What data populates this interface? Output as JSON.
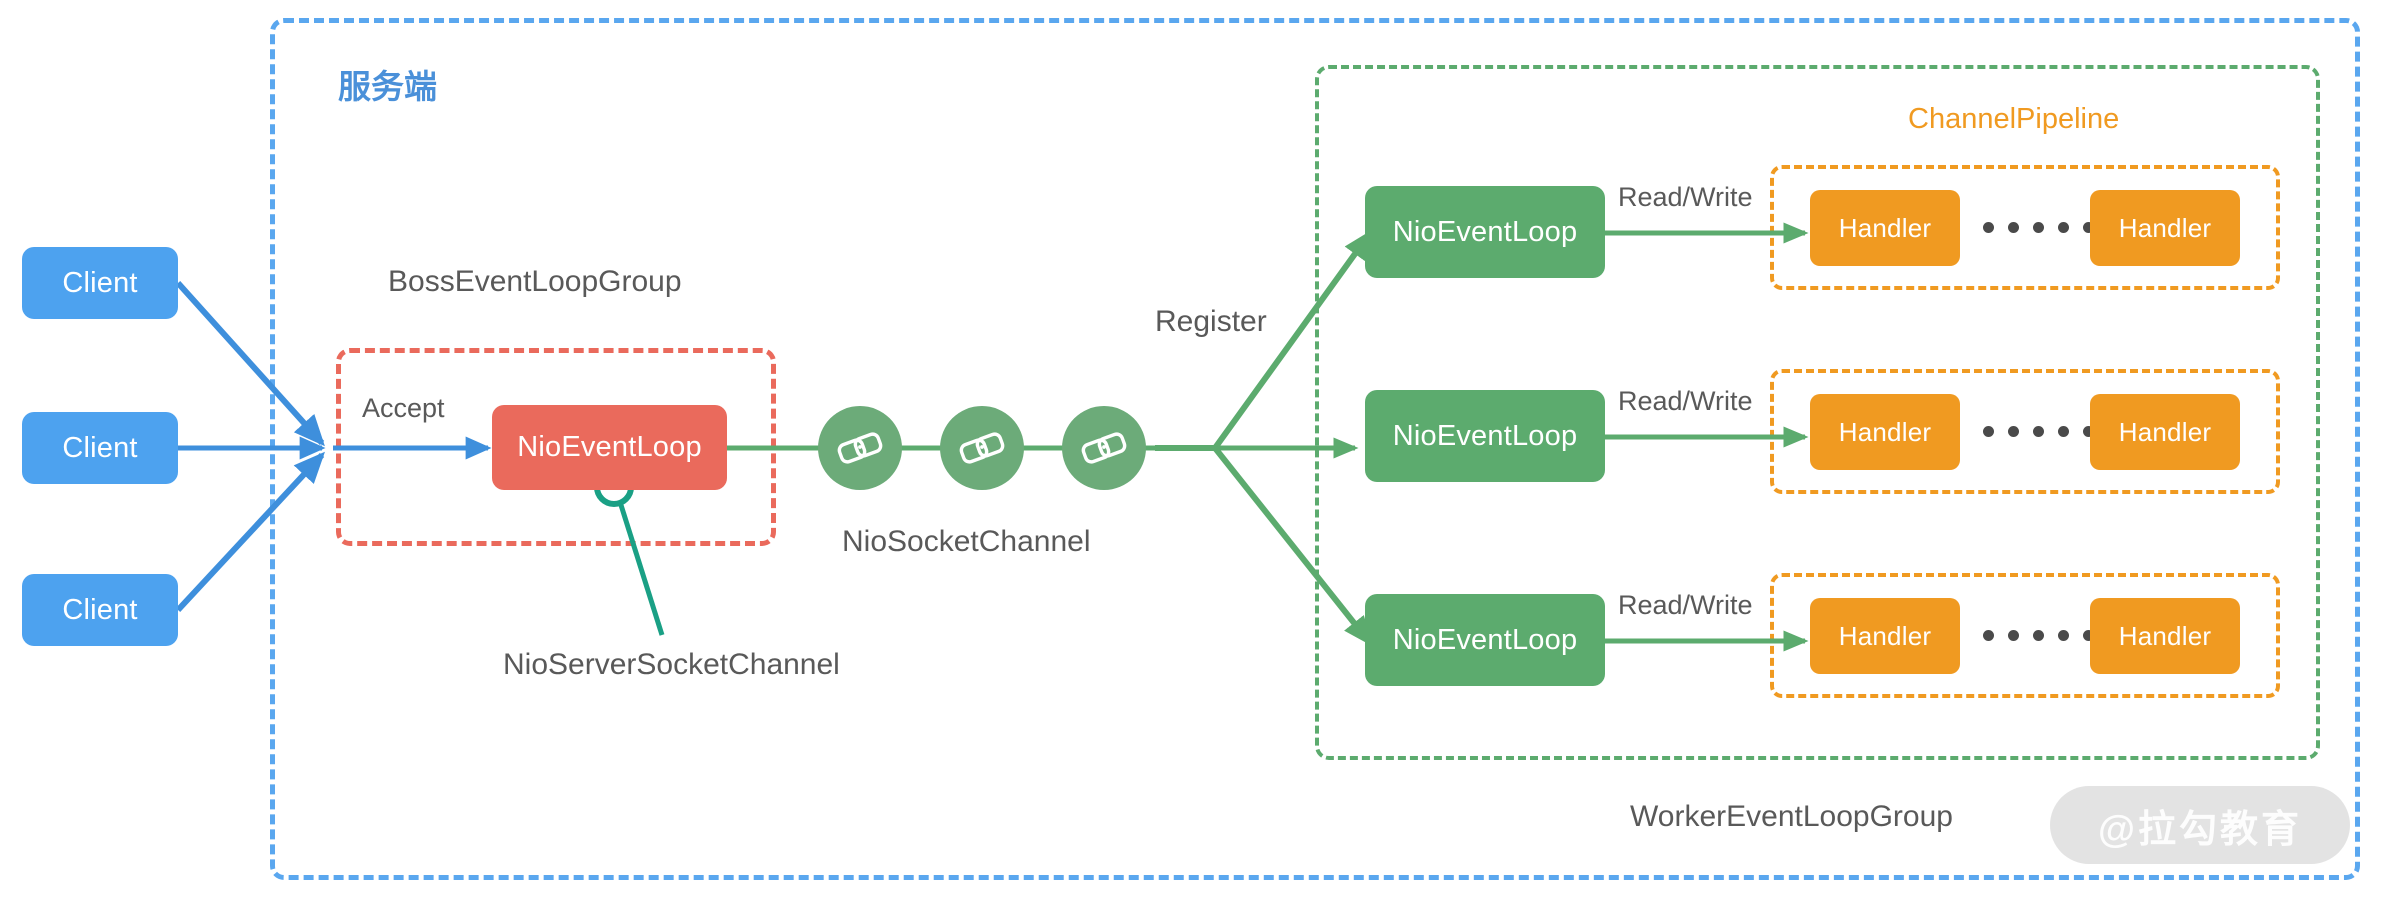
{
  "diagram": {
    "title": "Netty Server Threading Model",
    "colors": {
      "client_blue": "#4da2ef",
      "server_region_blue": "#5aa7ef",
      "boss_red": "#ea6a5c",
      "worker_green": "#5cab6e",
      "socket_green": "#6cab79",
      "handler_orange": "#f09a21",
      "caption_gray": "#595959",
      "annotation_teal": "#1aa085"
    }
  },
  "clients": [
    {
      "label": "Client"
    },
    {
      "label": "Client"
    },
    {
      "label": "Client"
    }
  ],
  "server_region": {
    "label": "服务端"
  },
  "boss": {
    "group_label": "BossEventLoopGroup",
    "accept_label": "Accept",
    "event_loop_label": "NioEventLoop",
    "annotation_label": "NioServerSocketChannel"
  },
  "socket_channel": {
    "caption": "NioSocketChannel",
    "icon_name": "link-icon",
    "count": 3
  },
  "register": {
    "label": "Register"
  },
  "worker": {
    "group_label": "WorkerEventLoopGroup",
    "pipeline_label": "ChannelPipeline",
    "rows": [
      {
        "event_loop_label": "NioEventLoop",
        "edge_label": "Read/Write",
        "handlers": [
          "Handler",
          "Handler"
        ],
        "ellipsis_dots": 6
      },
      {
        "event_loop_label": "NioEventLoop",
        "edge_label": "Read/Write",
        "handlers": [
          "Handler",
          "Handler"
        ],
        "ellipsis_dots": 6
      },
      {
        "event_loop_label": "NioEventLoop",
        "edge_label": "Read/Write",
        "handlers": [
          "Handler",
          "Handler"
        ],
        "ellipsis_dots": 6
      }
    ]
  },
  "watermark": {
    "text": "@拉勾教育"
  }
}
